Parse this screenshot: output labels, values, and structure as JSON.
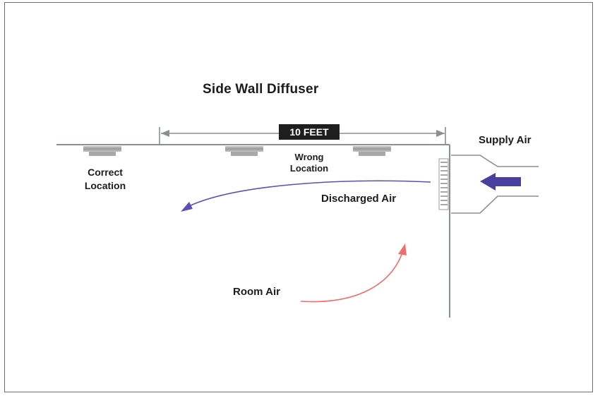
{
  "title": "Side Wall Diffuser",
  "dimension_label": "10 FEET",
  "labels": {
    "supply_air": "Supply Air",
    "correct_location_line1": "Correct",
    "correct_location_line2": "Location",
    "wrong_location_line1": "Wrong",
    "wrong_location_line2": "Location",
    "discharged_air": "Discharged Air",
    "room_air": "Room Air"
  },
  "colors": {
    "discharged_air_arrow": "#5b4fb8",
    "room_air_arrow": "#f26d6d",
    "supply_air_arrow": "#4a3f9c",
    "label_badge": "#1e1e1e"
  }
}
